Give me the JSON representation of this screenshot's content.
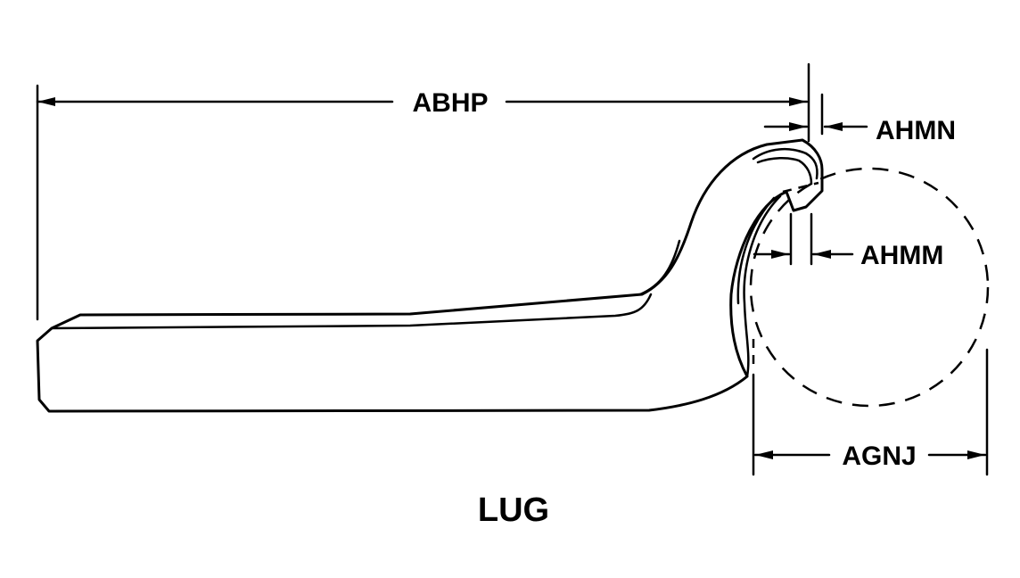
{
  "diagram": {
    "dimensions": {
      "abhp": "ABHP",
      "ahmn": "AHMN",
      "ahmm": "AHMM",
      "agnj": "AGNJ"
    },
    "caption": "LUG"
  }
}
